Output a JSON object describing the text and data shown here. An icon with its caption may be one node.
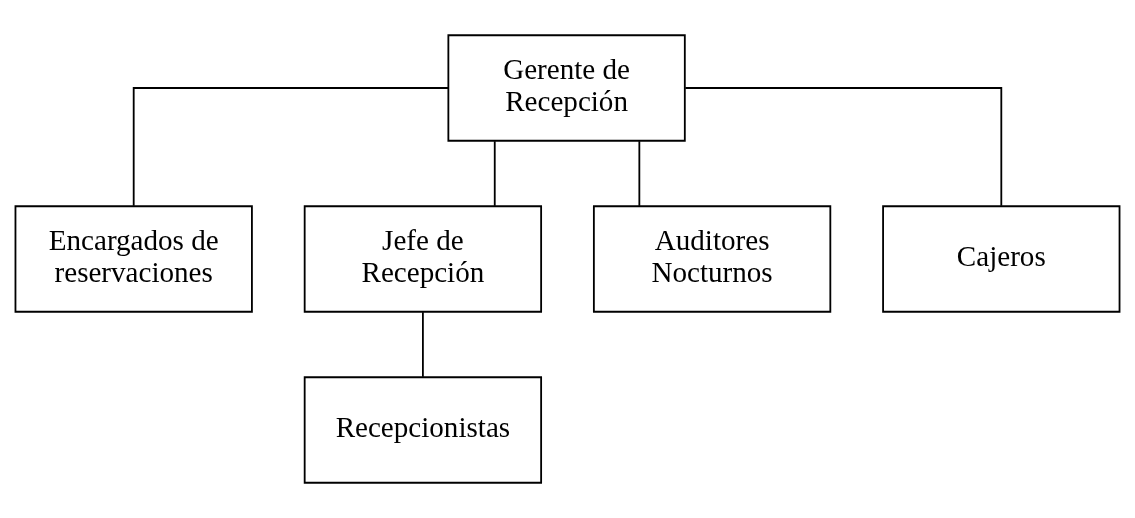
{
  "diagram": {
    "nodes": [
      {
        "text": [
          "Gerente de Recepción"
        ]
      },
      {
        "text": [
          "Encargados de reservaciones"
        ]
      },
      {
        "text": [
          "Jefe de Recepción"
        ]
      },
      {
        "text": [
          "Auditores Nocturnos"
        ]
      },
      {
        "text": [
          "Cajeros"
        ]
      },
      {
        "text": [
          "Recepcionistas"
        ]
      }
    ],
    "edges": [
      {
        "from": 0,
        "to": 1,
        "arrow": "none"
      },
      {
        "from": 0,
        "to": 2,
        "arrow": "none"
      },
      {
        "from": 0,
        "to": 3,
        "arrow": "none"
      },
      {
        "from": 0,
        "to": 4,
        "arrow": "none"
      },
      {
        "from": 2,
        "to": 5,
        "arrow": "none"
      }
    ]
  }
}
